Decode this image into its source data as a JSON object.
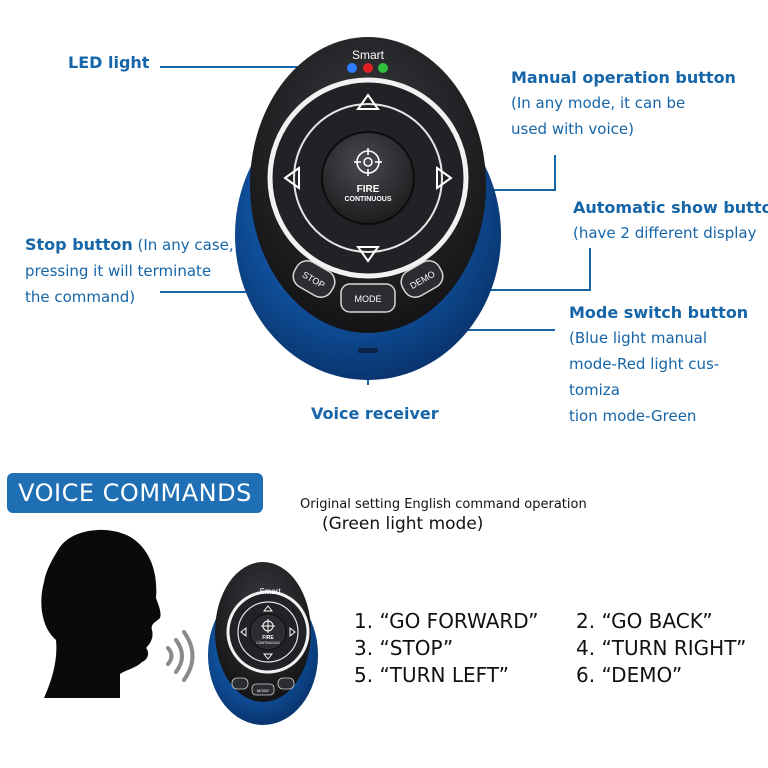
{
  "callouts": {
    "led": {
      "title": "LED light"
    },
    "manual": {
      "title": "Manual operation button",
      "lines": [
        "(In any mode, it can be",
        "used with voice)"
      ]
    },
    "auto": {
      "title": "Automatic show button",
      "lines": [
        "(have 2 different display"
      ]
    },
    "stop": {
      "title": "Stop button",
      "inline": " (In any case,",
      "lines": [
        "pressing it will terminate",
        "the command)"
      ]
    },
    "mode": {
      "title": "Mode switch button",
      "lines": [
        "(Blue light manual",
        "mode-Red light cus-",
        "tomiza",
        "tion mode-Green"
      ]
    },
    "voice": {
      "title": "Voice receiver"
    }
  },
  "device": {
    "brand": "Smart",
    "center_line1": "FIRE",
    "center_line2": "CONTINUOUS",
    "btn_stop": "STOP",
    "btn_mode": "MODE",
    "btn_demo": "DEMO"
  },
  "small_device": {
    "brand": "Smart",
    "center_line1": "FIRE",
    "center_line2": "CONTINUOUS",
    "btn_mode": "MODE"
  },
  "banner": "VOICE COMMANDS",
  "subnote": {
    "line1": "Original setting English command operation",
    "line2": "(Green light mode)"
  },
  "commands": [
    "1.  “GO FORWARD”",
    "2.  “GO BACK”",
    "3.  “STOP”",
    "4.  “TURN RIGHT”",
    "5.  “TURN LEFT”",
    "6.  “DEMO”"
  ],
  "colors": {
    "accent_blue": "#1565a8",
    "banner_blue": "#1f6fb5",
    "device_blue": "#0f4f9a",
    "device_black": "#1b1b1d",
    "led_blue": "#2f7bff",
    "led_red": "#e02020",
    "led_green": "#2fbf3a"
  },
  "icons": [
    "crosshair-icon",
    "arrow-up-icon",
    "arrow-down-icon",
    "arrow-left-icon",
    "arrow-right-icon",
    "sound-waves-icon",
    "person-head-silhouette"
  ]
}
